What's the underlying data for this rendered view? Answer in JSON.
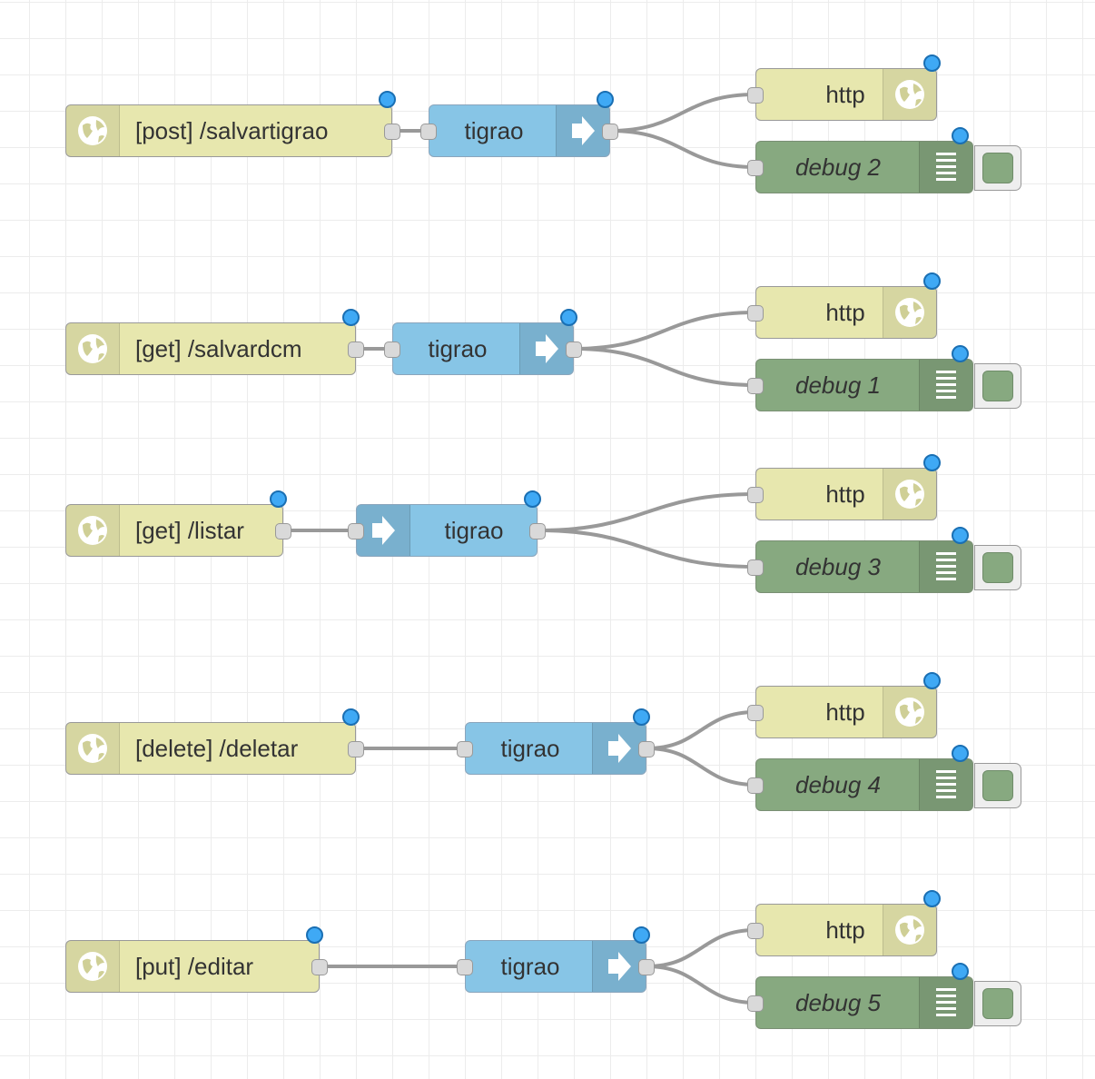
{
  "flows": [
    {
      "endpoint": "[post] /salvartigrao",
      "function": "tigrao",
      "http_response": "http",
      "debug": "debug 2"
    },
    {
      "endpoint": "[get] /salvardcm",
      "function": "tigrao",
      "http_response": "http",
      "debug": "debug 1"
    },
    {
      "endpoint": "[get] /listar",
      "function": "tigrao",
      "http_response": "http",
      "debug": "debug 3"
    },
    {
      "endpoint": "[delete] /deletar",
      "function": "tigrao",
      "http_response": "http",
      "debug": "debug 4"
    },
    {
      "endpoint": "[put] /editar",
      "function": "tigrao",
      "http_response": "http",
      "debug": "debug 5"
    }
  ],
  "icons": {
    "http_node_icon": "globe-icon",
    "function_node_icon": "arrow-right-icon",
    "debug_node_icon": "list-lines-icon"
  },
  "colors": {
    "http_node": "#e7e7ae",
    "function_node": "#87c5e6",
    "debug_node": "#87a980",
    "changed_dot": "#3fa9f5",
    "wire": "#999999"
  }
}
